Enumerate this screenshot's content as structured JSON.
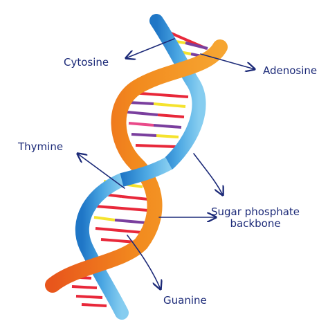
{
  "labels": {
    "cytosine": "Cytosine",
    "adenosine": "Adenosine",
    "thymine": "Thymine",
    "sugar_line1": "Sugar phosphate",
    "sugar_line2": "backbone",
    "guanine": "Guanine"
  },
  "colors": {
    "label_text": "#1c2a78",
    "arrow": "#1c2a78",
    "strand_blue": "#2f8fd8",
    "strand_blue_light": "#6fbde9",
    "strand_orange": "#f28a1e",
    "strand_orange_dark": "#e8561c",
    "base_red": "#e8283a",
    "base_yellow": "#f5e32e",
    "base_purple": "#7a3f9e",
    "base_pink": "#e94a8a"
  }
}
